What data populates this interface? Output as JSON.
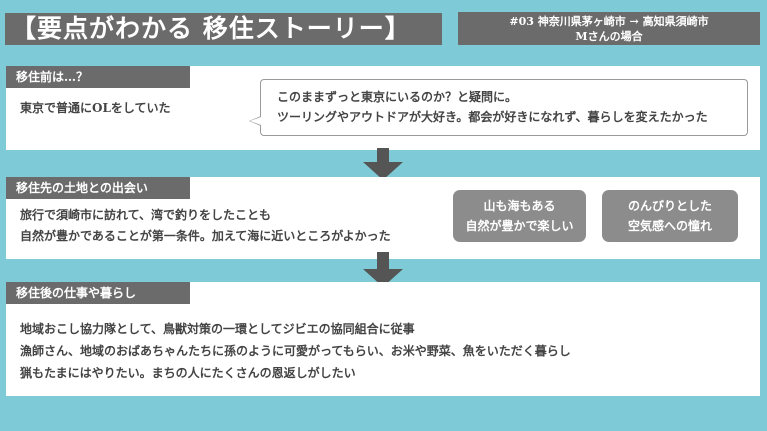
{
  "header": {
    "title": "【要点がわかる 移住ストーリー】",
    "subtitle_line1": "#03 神奈川県茅ヶ崎市 → 高知県須崎市",
    "subtitle_line2": "Mさんの場合"
  },
  "before": {
    "label": "移住前は…？",
    "text": "東京で普通にOLをしていた",
    "bubble_line1": "このままずっと東京にいるのか？と疑問に。",
    "bubble_line2": "ツーリングやアウトドアが大好き。都会が好きになれず、暮らしを変えたかった"
  },
  "meeting": {
    "label": "移住先の土地との出会い",
    "line1": "旅行で須崎市に訪れて、湾で釣りをしたことも",
    "line2": "自然が豊かであることが第一条件。加えて海に近いところがよかった",
    "chips": [
      {
        "line1": "山も海もある",
        "line2": "自然が豊かで楽しい"
      },
      {
        "line1": "のんびりとした",
        "line2": "空気感への憧れ"
      }
    ]
  },
  "after": {
    "label": "移住後の仕事や暮らし",
    "line1": "地域おこし協力隊として、鳥獣対策の一環としてジビエの協同組合に従事",
    "line2": "漁師さん、地域のおばあちゃんたちに孫のように可愛がってもらい、お米や野菜、魚をいただく暮らし",
    "line3": "猟もたまにはやりたい。まちの人にたくさんの恩返しがしたい"
  }
}
